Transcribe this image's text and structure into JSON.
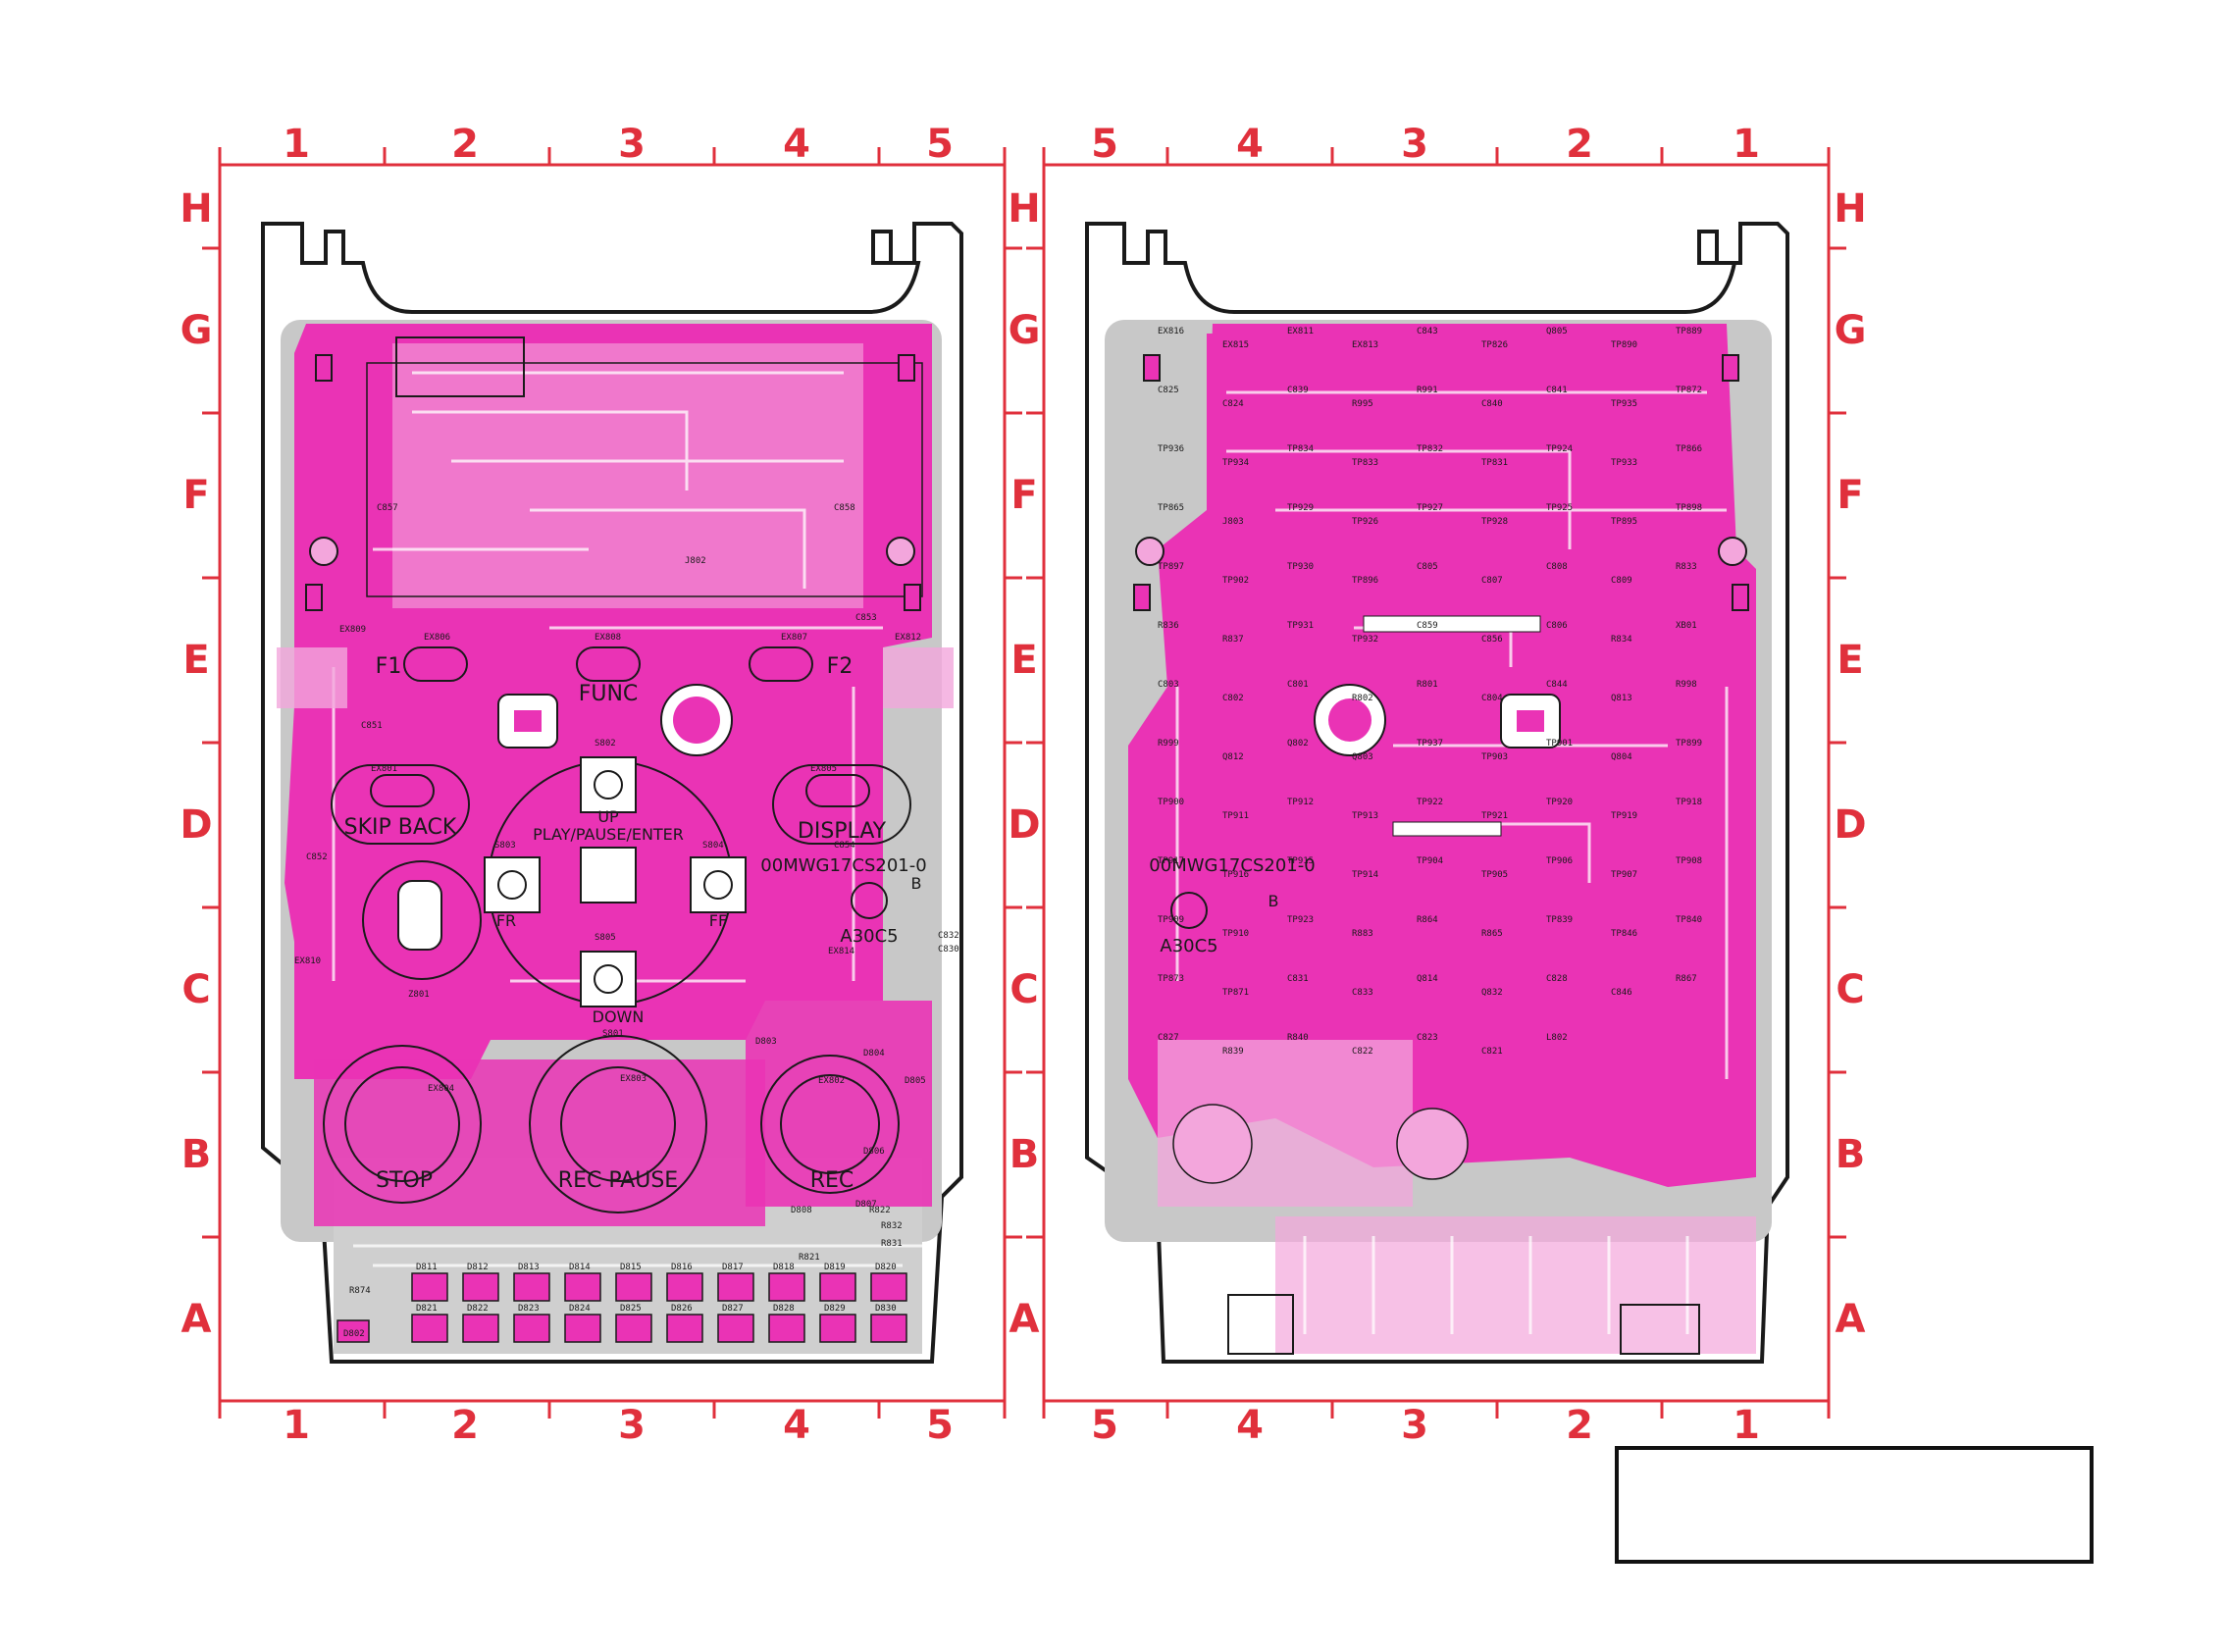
{
  "colors": {
    "grid": "#e0303c",
    "copper": "#ea33b5",
    "copper_light": "#f3a6dc",
    "outline": "#1a1a1a",
    "background": "#ffffff"
  },
  "left_board": {
    "grid_columns": [
      "1",
      "2",
      "3",
      "4",
      "5"
    ],
    "grid_rows": [
      "H",
      "G",
      "F",
      "E",
      "D",
      "C",
      "B",
      "A"
    ],
    "board_code": "00MWG17CS201-0",
    "lot_code": "A30C5",
    "mark_b": "B",
    "buttons": [
      "F1",
      "FUNC",
      "F2",
      "SKIP BACK",
      "DISPLAY",
      "UP",
      "PLAY/PAUSE/ENTER",
      "FR",
      "FF",
      "DOWN",
      "STOP",
      "REC PAUSE",
      "REC"
    ],
    "refs": [
      "EX809",
      "EX806",
      "EX808",
      "EX807",
      "EX812",
      "EX801",
      "EX805",
      "EX810",
      "EX814",
      "EX804",
      "EX803",
      "EX802",
      "S802",
      "S803",
      "S804",
      "S805",
      "S801",
      "J802",
      "C857",
      "C858",
      "C853",
      "C851",
      "C852",
      "C854",
      "C832",
      "C830",
      "Z801",
      "D802",
      "D803",
      "D804",
      "D805",
      "D806",
      "D807",
      "D808",
      "R874",
      "R821",
      "R831",
      "R822",
      "R832"
    ],
    "led_refs_top": [
      "D811",
      "D812",
      "D813",
      "D814",
      "D815",
      "D816",
      "D817",
      "D818",
      "D819",
      "D820"
    ],
    "led_refs_bottom": [
      "D821",
      "D822",
      "D823",
      "D824",
      "D825",
      "D826",
      "D827",
      "D828",
      "D829",
      "D830"
    ]
  },
  "right_board": {
    "grid_columns": [
      "5",
      "4",
      "3",
      "2",
      "1"
    ],
    "grid_rows": [
      "H",
      "G",
      "F",
      "E",
      "D",
      "C",
      "B",
      "A"
    ],
    "board_code": "00MWG17CS201-0",
    "lot_code": "A30C5",
    "mark_b": "B",
    "refs": [
      "EX816",
      "EX815",
      "EX811",
      "EX813",
      "C843",
      "TP826",
      "Q805",
      "TP890",
      "TP889",
      "C825",
      "C824",
      "C839",
      "R995",
      "R991",
      "C840",
      "C841",
      "TP935",
      "TP872",
      "TP936",
      "TP934",
      "TP834",
      "TP833",
      "TP832",
      "TP831",
      "TP924",
      "TP933",
      "TP866",
      "TP865",
      "J803",
      "TP929",
      "TP926",
      "TP927",
      "TP928",
      "TP925",
      "TP895",
      "TP898",
      "TP897",
      "TP902",
      "TP930",
      "TP896",
      "C805",
      "C807",
      "C808",
      "C809",
      "R833",
      "R836",
      "R837",
      "TP931",
      "TP932",
      "C859",
      "C856",
      "C806",
      "R834",
      "XB01",
      "C803",
      "C802",
      "C801",
      "R802",
      "R801",
      "C804",
      "C844",
      "Q813",
      "R998",
      "R999",
      "Q812",
      "Q802",
      "Q803",
      "TP937",
      "TP903",
      "TP901",
      "Q804",
      "TP899",
      "TP900",
      "TP911",
      "TP912",
      "TP913",
      "TP922",
      "TP921",
      "TP920",
      "TP919",
      "TP918",
      "TP917",
      "TP916",
      "TP915",
      "TP914",
      "TP904",
      "TP905",
      "TP906",
      "TP907",
      "TP908",
      "TP909",
      "TP910",
      "TP923",
      "R883",
      "R864",
      "R865",
      "TP839",
      "TP846",
      "TP840",
      "TP873",
      "TP871",
      "C831",
      "C833",
      "Q814",
      "Q832",
      "C828",
      "C846",
      "R867",
      "C827",
      "R839",
      "R840",
      "C822",
      "C823",
      "C821",
      "L802"
    ]
  },
  "title_box": {
    "text": ""
  }
}
